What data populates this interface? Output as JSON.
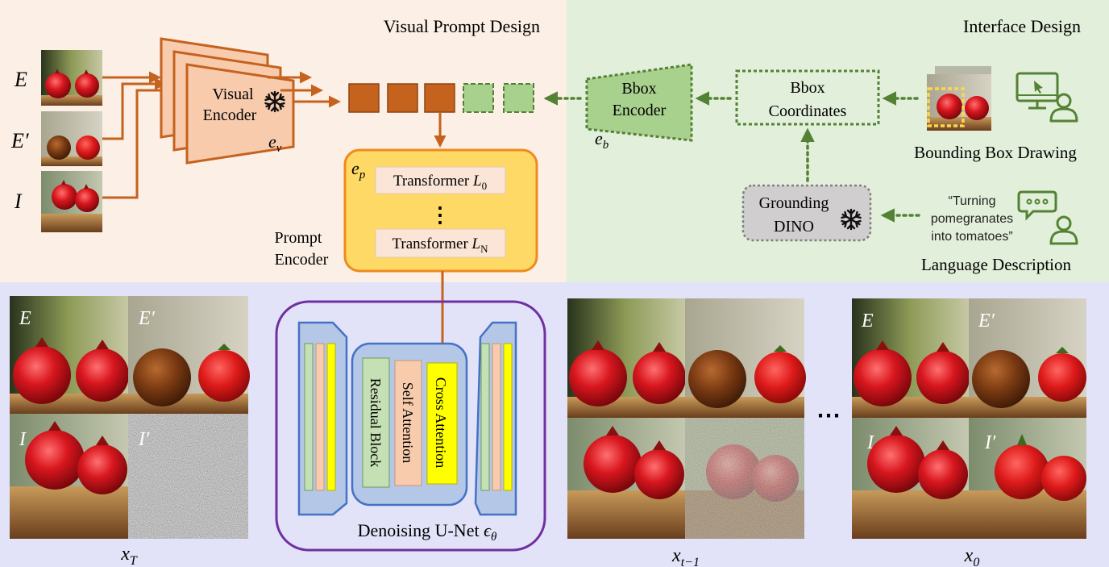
{
  "sections": {
    "visual_prompt_title": "Visual Prompt Design",
    "interface_title": "Interface Design"
  },
  "inputs": {
    "labels": [
      "E",
      "E′",
      "I"
    ]
  },
  "visual_encoder": {
    "line1": "Visual",
    "line2": "Encoder",
    "symbol_base": "e",
    "symbol_sub": "v"
  },
  "prompt_encoder": {
    "symbol_base": "e",
    "symbol_sub": "p",
    "layer_top": "Transformer ",
    "layer_top_base": "L",
    "layer_top_sub": "0",
    "ellipsis": "⋮",
    "layer_bottom": "Transformer ",
    "layer_bottom_base": "L",
    "layer_bottom_sub": "N",
    "caption_line1": "Prompt",
    "caption_line2": "Encoder"
  },
  "bbox_encoder": {
    "line1": "Bbox",
    "line2": "Encoder",
    "symbol_base": "e",
    "symbol_sub": "b"
  },
  "bbox_coordinates": {
    "line1": "Bbox",
    "line2": "Coordinates"
  },
  "grounding_dino": {
    "line1": "Grounding",
    "line2": "DINO"
  },
  "bounding_box_drawing": "Bounding Box Drawing",
  "language": {
    "quote_line1": "“Turning",
    "quote_line2": "pomegranates",
    "quote_line3": "into tomatoes”",
    "caption": "Language Description"
  },
  "unet": {
    "block1": "Residual Block",
    "block2": "Self Attention",
    "block3": "Cross Attention",
    "caption": "Denoising U-Net ",
    "caption_symbol": "ϵ",
    "caption_sub": "θ"
  },
  "grids": [
    {
      "labels": [
        "E",
        "E′",
        "I",
        "I′"
      ],
      "caption_base": "x",
      "caption_sub": "T"
    },
    {
      "labels": [
        "",
        "",
        "",
        ""
      ],
      "caption_base": "x",
      "caption_sub": "t−1"
    },
    {
      "labels": [
        "E",
        "E′",
        "I",
        "I′"
      ],
      "caption_base": "x",
      "caption_sub": "0"
    }
  ],
  "between_grids": "⋯",
  "icons": {
    "snowflake": "snowflake-icon",
    "monitor": "monitor-cursor-icon",
    "chat": "chat-bubble-icon",
    "user": "user-icon"
  },
  "colors": {
    "visual_bg": "#fcefe5",
    "interface_bg": "#e2efda",
    "bottom_bg": "#e2e3f8",
    "orange": "#c5621e",
    "green_dotted": "#548235",
    "green_fill": "#a9d18e",
    "prompt_fill": "#ffd966",
    "prompt_border": "#ed8b1f",
    "unet_border": "#7030a0",
    "unet_fill": "#b4c7e7",
    "unet_stroke": "#4472c4"
  }
}
